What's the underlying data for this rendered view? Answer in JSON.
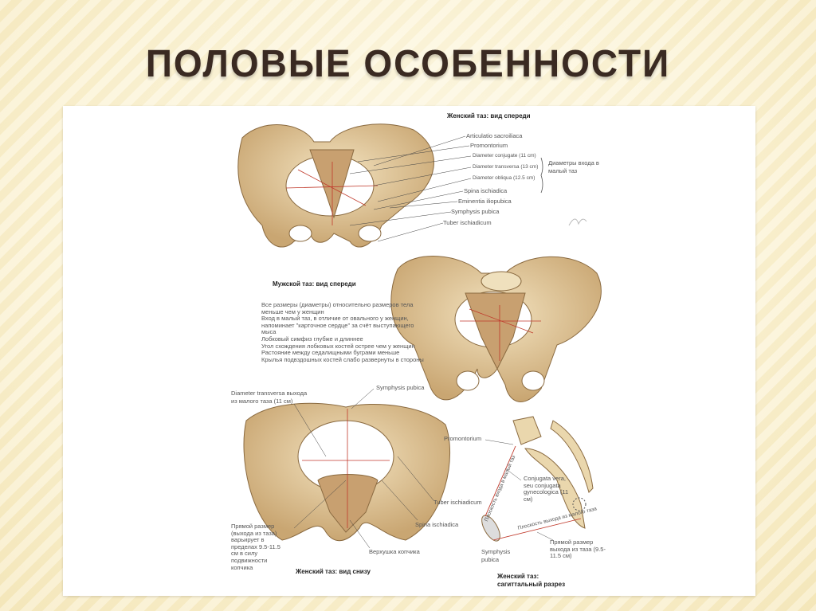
{
  "slide": {
    "title": "ПОЛОВЫЕ ОСОБЕННОСТИ"
  },
  "figure": {
    "female_front": {
      "heading": "Женский таз: вид спереди",
      "labels": [
        "Articulatio sacroiliaca",
        "Promontorium",
        "Diameter conjugate (11 cm)",
        "Diameter transversa (13 cm)",
        "Diameter obliqua (12.5 cm)",
        "Spina ischiadica",
        "Eminentia iliopubica",
        "Symphysis pubica",
        "Tuber ischiadicum"
      ],
      "bracket_note": "Диаметры входа в малый таз"
    },
    "male_front": {
      "heading": "Мужской таз: вид спереди",
      "notes": [
        "Все размеры (диаметры) относительно размеров тела меньше чем у женщин",
        "Вход в малый таз, в отличие от овального у женщин, напоминает \"карточное сердце\" за счёт выступающего мыса",
        "Лобковый симфиз глубже и длиннее",
        "Угол схождения лобковых костей острее чем у женщин",
        "Растояние между седалищными буграми меньше",
        "Крылья подвздошных костей слабо развернуты в стороны"
      ]
    },
    "female_below": {
      "heading": "Женский таз: вид снизу",
      "diameter_transversa": "Diameter transversa выхода из малого таза (11 см)",
      "symphysis": "Symphysis pubica",
      "tuber": "Tuber ischiadicum",
      "spina": "Spina ischiadica",
      "coccyx_tip": "Верхушка копчика",
      "straight_size": "Прямой размер (выхода из таза) варьирует в пределах 9.5-11.5 см в силу подвижности копчика"
    },
    "female_sagittal": {
      "heading": "Женский таз: сагиттальный разрез",
      "promontorium": "Promontorium",
      "conjugata": "Conjugata vera, seu conjugata gynecologica (11 см)",
      "inlet_plane": "Плоскость входа в малый таз",
      "outlet_plane": "Плоскость выхода из малого таза",
      "symphysis": "Symphysis pubica",
      "outlet_size": "Прямой размер выхода из таза (9.5-11.5 см)"
    }
  },
  "colors": {
    "bone": "#e6cfa0",
    "bone_dark": "#b89362",
    "line_red": "#c0392b",
    "title": "#3a2a22"
  }
}
